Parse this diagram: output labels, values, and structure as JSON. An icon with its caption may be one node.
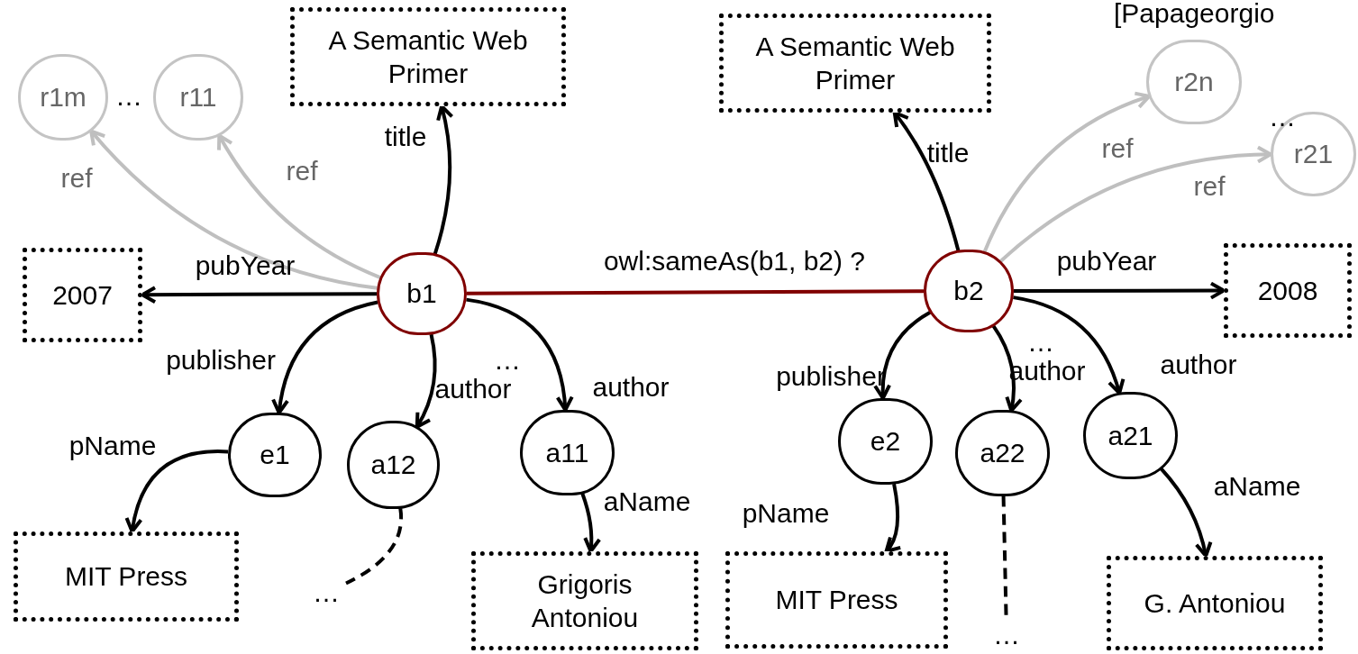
{
  "diagram": {
    "nodes": [
      {
        "text": [
          "A Semantic Web Primer"
        ]
      },
      {
        "text": [
          "A Semantic Web Primer"
        ]
      },
      {
        "text": [
          "r1m"
        ]
      },
      {
        "text": [
          "r11"
        ]
      },
      {
        "text": [
          "r2n"
        ]
      },
      {
        "text": [
          "r21"
        ]
      },
      {
        "text": [
          "2007"
        ]
      },
      {
        "text": [
          "b1"
        ]
      },
      {
        "text": [
          "b2"
        ]
      },
      {
        "text": [
          "2008"
        ]
      },
      {
        "text": [
          "e1"
        ]
      },
      {
        "text": [
          "a12"
        ]
      },
      {
        "text": [
          "a11"
        ]
      },
      {
        "text": [
          "e2"
        ]
      },
      {
        "text": [
          "a22"
        ]
      },
      {
        "text": [
          "a21"
        ]
      },
      {
        "text": [
          "MIT Press"
        ]
      },
      {
        "text": [
          "…"
        ]
      },
      {
        "text": [
          "Grigoris Antoniou"
        ]
      },
      {
        "text": [
          "MIT Press"
        ]
      },
      {
        "text": [
          "G. Antoniou"
        ]
      },
      {
        "text": [
          "…"
        ]
      }
    ],
    "edges": [
      {
        "from": 7,
        "to": 0,
        "arrow": "to",
        "label": "title"
      },
      {
        "from": 7,
        "to": 2,
        "arrow": "to",
        "label": "ref",
        "color": "#bfbfbf"
      },
      {
        "from": 7,
        "to": 3,
        "arrow": "to",
        "label": "ref",
        "color": "#bfbfbf"
      },
      {
        "from": 7,
        "to": 6,
        "arrow": "to",
        "label": "pubYear"
      },
      {
        "from": 7,
        "to": 8,
        "arrow": "none",
        "label": "owl:sameAs(b1, b2) ?",
        "color": "#800000"
      },
      {
        "from": 7,
        "to": 10,
        "arrow": "to",
        "label": "publisher"
      },
      {
        "from": 7,
        "to": 11,
        "arrow": "to",
        "label": "author"
      },
      {
        "from": 7,
        "to": 12,
        "arrow": "to",
        "label": "author"
      },
      {
        "from": 10,
        "to": 16,
        "arrow": "to",
        "label": "pName"
      },
      {
        "from": 11,
        "to": 17,
        "arrow": "none",
        "style": "dashed"
      },
      {
        "from": 12,
        "to": 18,
        "arrow": "to",
        "label": "aName"
      },
      {
        "from": 8,
        "to": 1,
        "arrow": "to",
        "label": "title"
      },
      {
        "from": 8,
        "to": 4,
        "arrow": "to",
        "label": "ref",
        "color": "#bfbfbf"
      },
      {
        "from": 8,
        "to": 5,
        "arrow": "to",
        "label": "ref",
        "color": "#bfbfbf"
      },
      {
        "from": 8,
        "to": 9,
        "arrow": "to",
        "label": "pubYear"
      },
      {
        "from": 8,
        "to": 13,
        "arrow": "to",
        "label": "publisher"
      },
      {
        "from": 8,
        "to": 14,
        "arrow": "to",
        "label": "author"
      },
      {
        "from": 8,
        "to": 15,
        "arrow": "to",
        "label": "author"
      },
      {
        "from": 13,
        "to": 19,
        "arrow": "to",
        "label": "pName"
      },
      {
        "from": 14,
        "to": 21,
        "arrow": "none",
        "style": "dashed"
      },
      {
        "from": 15,
        "to": 20,
        "arrow": "to",
        "label": "aName"
      }
    ],
    "labels": [
      "[Papageorgio",
      "…",
      "…",
      "…",
      "…"
    ]
  }
}
